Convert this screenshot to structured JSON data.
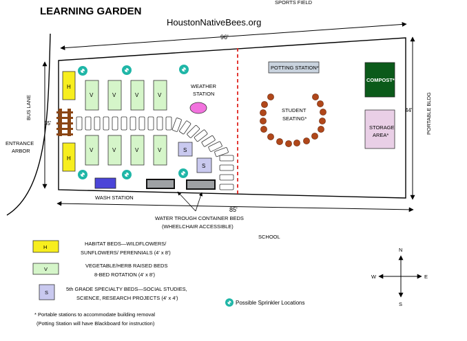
{
  "title": "LEARNING GARDEN",
  "website": "HoustonNativeBees.org",
  "labels": {
    "sports_field": "SPORTS FIELD",
    "bus_lane": "BUS LANE",
    "portable_bldg": "PORTABLE BLDG",
    "school": "SCHOOL",
    "entrance_arbor_line1": "ENTRANCE",
    "entrance_arbor_line2": "ARBOR",
    "weather_station_line1": "WEATHER",
    "weather_station_line2": "STATION",
    "potting_station": "POTTING STATION*",
    "compost": "COMPOST*",
    "student_seating_line1": "STUDENT",
    "student_seating_line2": "SEATING*",
    "storage_line1": "STORAGE",
    "storage_line2": "AREA*",
    "wash_station": "WASH STATION",
    "water_trough_line1": "WATER TROUGH CONTAINER BEDS",
    "water_trough_line2": "(WHEELCHAIR ACCESSIBLE)"
  },
  "dimensions": {
    "top": "96'",
    "bottom": "85'",
    "left": "35'",
    "right": "44'"
  },
  "bed_letters": {
    "habitat": "H",
    "vegetable": "V",
    "specialty": "S"
  },
  "legend": {
    "habitat_line1": "HABITAT BEDS—WILDFLOWERS/",
    "habitat_line2": "SUNFLOWERS/ PERENNIALS (4' x 8')",
    "vegetable_line1": "VEGETABLE/HERB RAISED BEDS",
    "vegetable_line2": "8-BED ROTATION (4' x 8')",
    "specialty_line1": "5th GRADE SPECIALTY BEDS—SOCIAL STUDIES,",
    "specialty_line2": "SCIENCE, RESEARCH PROJECTS (4' x 4')",
    "sprinkler": "Possible Sprinkler Locations"
  },
  "footnote": {
    "line1": "* Portable stations to accommodate building removal",
    "line2": "(Potting Station will have Blackboard for instruction)"
  },
  "compass": {
    "n": "N",
    "s": "S",
    "e": "E",
    "w": "W"
  },
  "colors": {
    "habitat": "#f7ee1e",
    "vegetable": "#d5f5c9",
    "specialty": "#c9c9ef",
    "storage": "#e9cfe6",
    "compost": "#0b5a1a",
    "weather": "#f272de",
    "wash": "#4b45d8",
    "seat": "#b0471a",
    "sprinkler": "#1fb6a7",
    "potting": "#c9d3de",
    "trough": "#9ea1a4",
    "divider": "#e0231d",
    "arbor": "#8b4513"
  }
}
